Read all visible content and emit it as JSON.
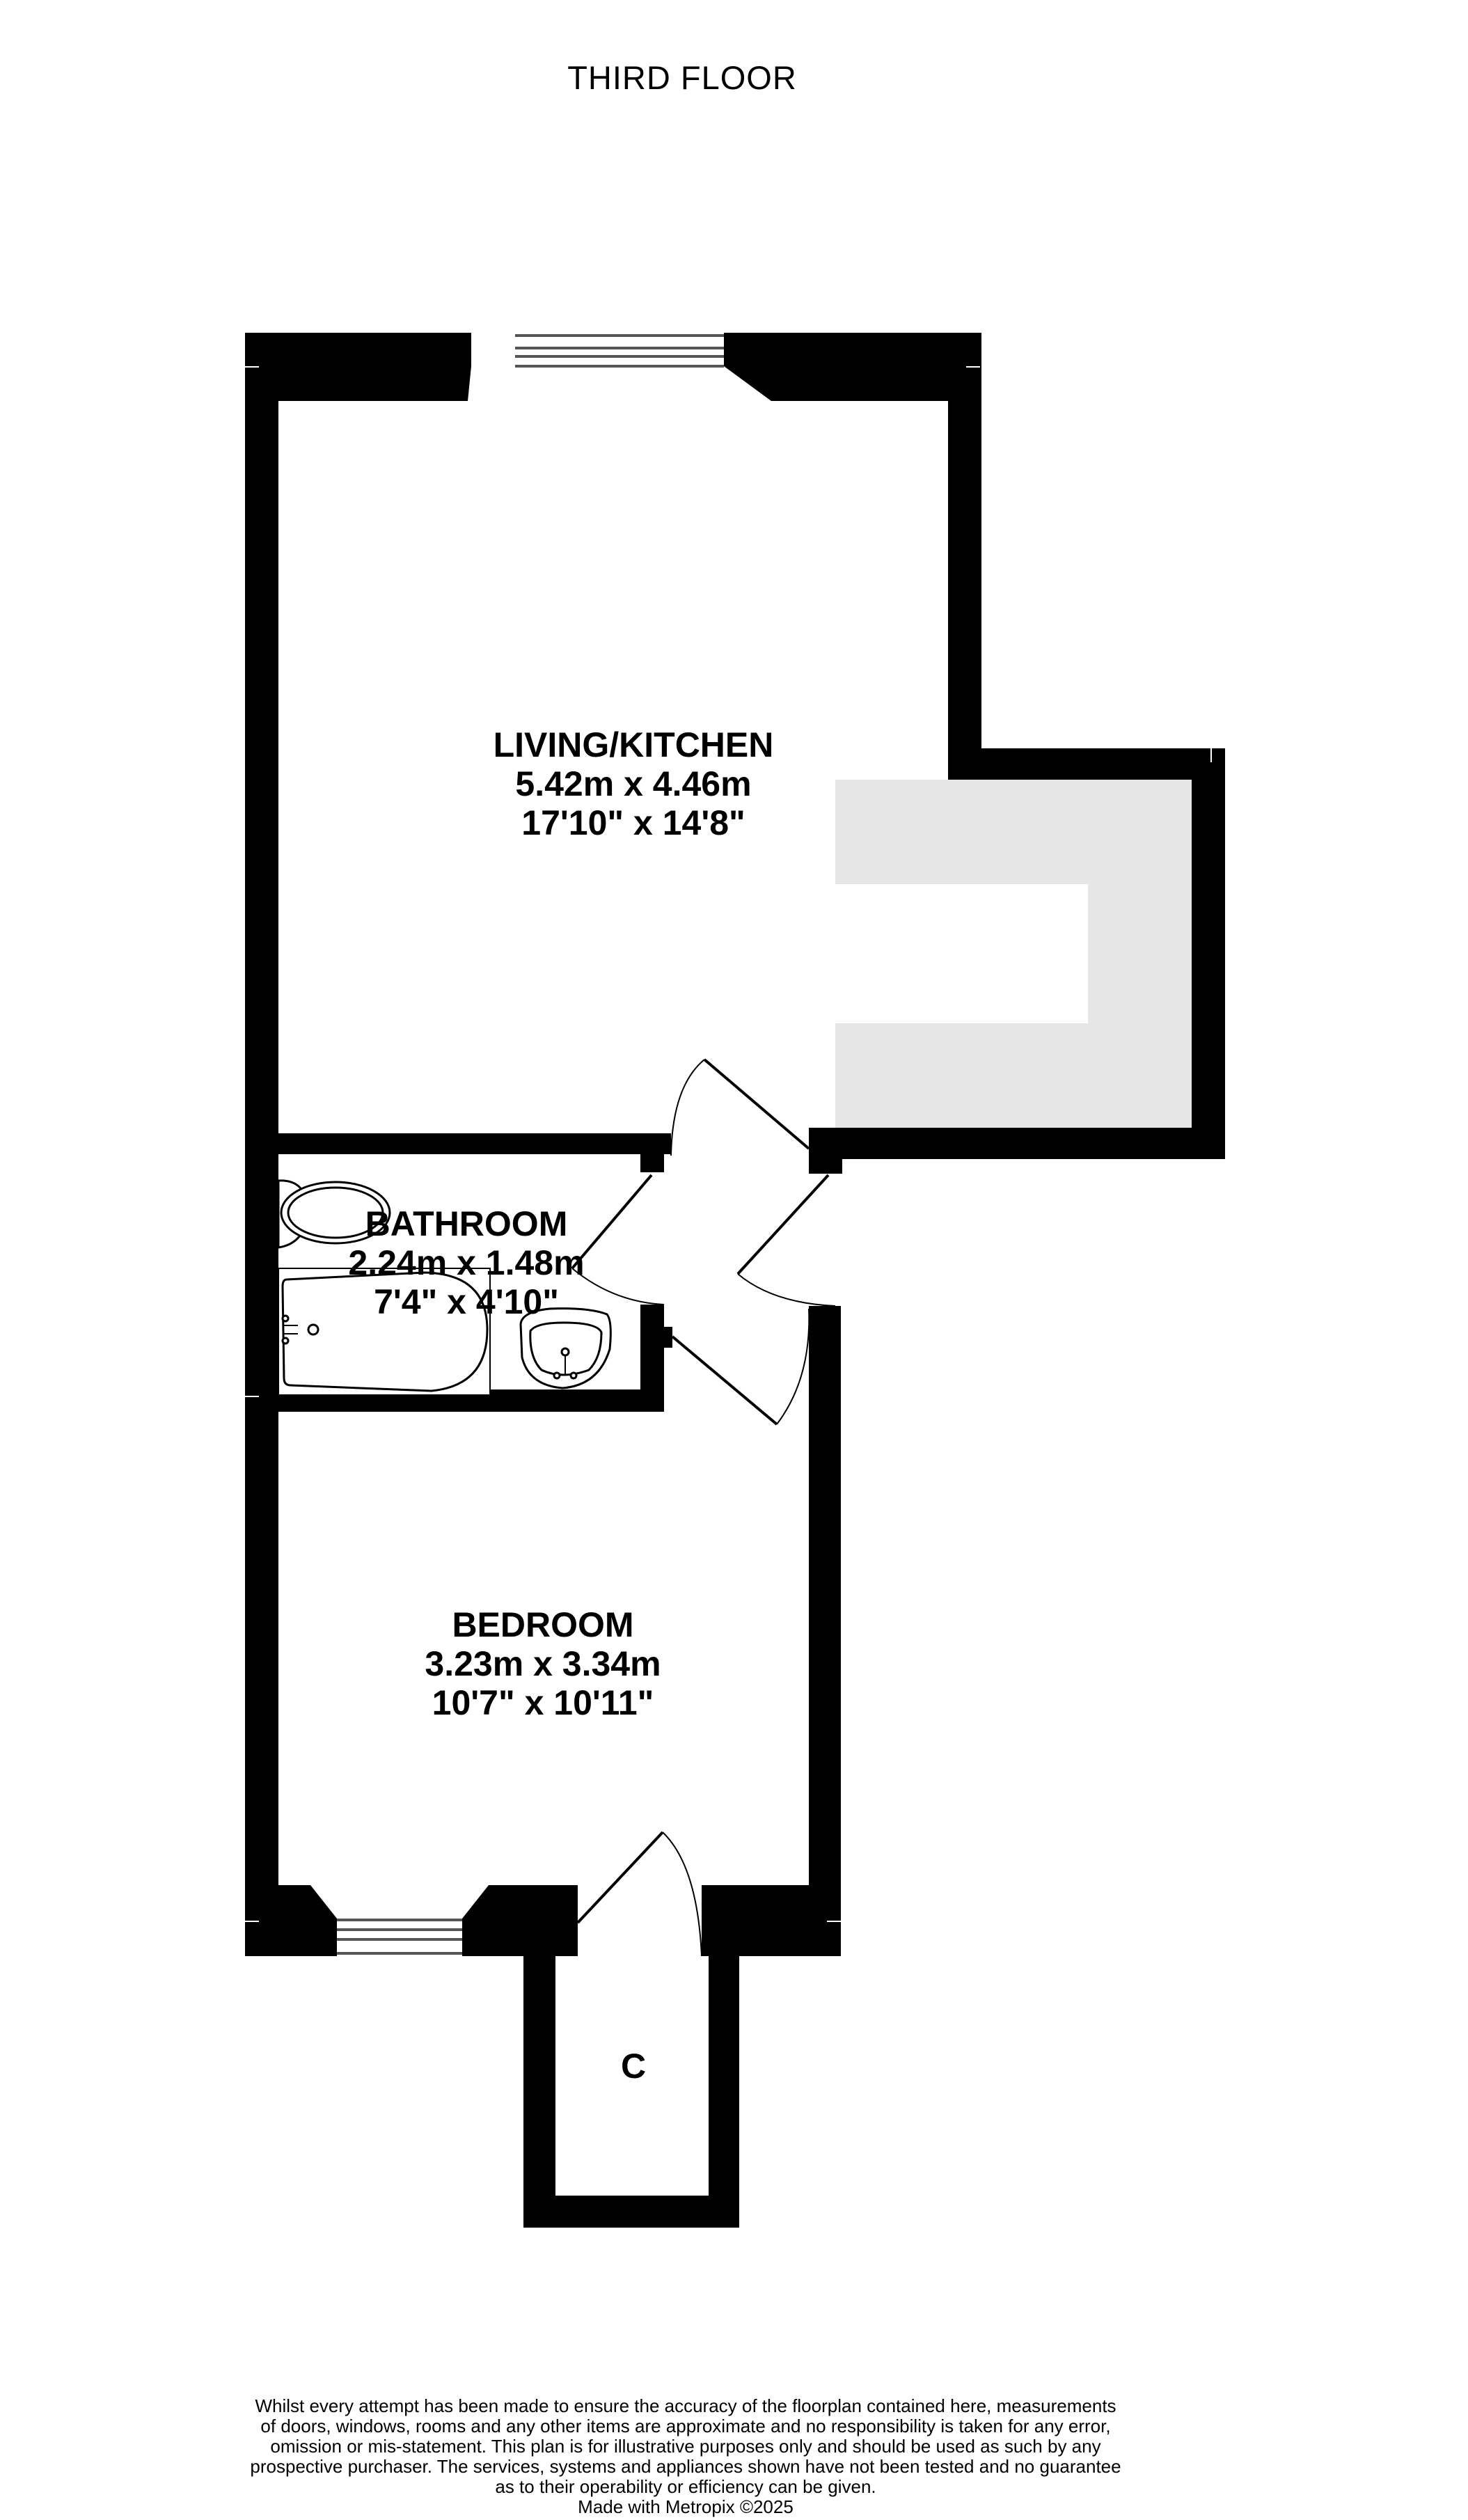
{
  "floor": {
    "title": "THIRD FLOOR"
  },
  "rooms": {
    "living_kitchen": {
      "name": "LIVING/KITCHEN",
      "metric": "5.42m  x 4.46m",
      "imperial": "17'10\"  x 14'8\""
    },
    "bathroom": {
      "name": "BATHROOM",
      "metric": "2.24m  x 1.48m",
      "imperial": "7'4\"  x 4'10\""
    },
    "bedroom": {
      "name": "BEDROOM",
      "metric": "3.23m  x 3.34m",
      "imperial": "10'7\"  x 10'11\""
    },
    "cupboard": {
      "name": "C"
    }
  },
  "disclaimer": {
    "lines": [
      "Whilst every attempt has been made to ensure the accuracy of the floorplan contained here, measurements",
      "of doors, windows, rooms and any other items are approximate and no responsibility is taken for any error,",
      "omission or mis-statement. This plan is for illustrative purposes only and should be used as such by any",
      "prospective purchaser. The services, systems and appliances shown have not been tested and no guarantee",
      "as to their operability or efficiency can be given."
    ],
    "credit": "Made with Metropix ©2025"
  },
  "colors": {
    "wall": "#000000",
    "counter": "#e6e6e6",
    "background": "#ffffff"
  }
}
